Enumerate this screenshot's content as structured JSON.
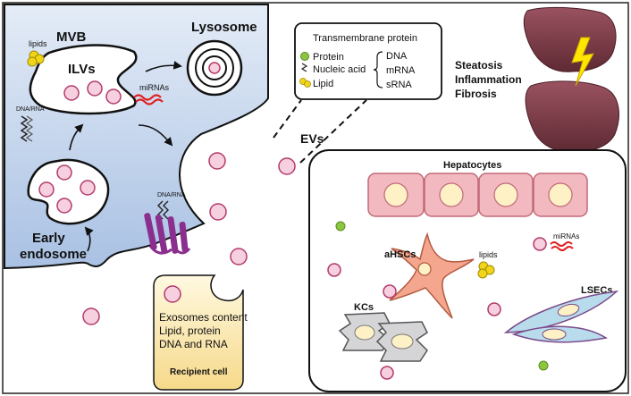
{
  "labels": {
    "mvb": "MVB",
    "lysosome": "Lysosome",
    "lipids_top": "lipids",
    "ilvs": "ILVs",
    "mirnas_top": "miRNAs",
    "dna_rna_left": "DNA/RNA",
    "dna_rna_mid": "DNA/RNA",
    "early": "Early",
    "endosome": "endosome",
    "evs": "EVs",
    "steatosis": "Steatosis",
    "inflammation": "Inflammation",
    "fibrosis": "Fibrosis",
    "hepatocytes": "Hepatocytes",
    "ahscs": "aHSCs",
    "lipids_right": "lipids",
    "mirnas_right": "miRNAs",
    "kcs": "KCs",
    "lsecs": "LSECs",
    "recipient_line1": "Exosomes content",
    "recipient_line2": "Lipid, protein",
    "recipient_line3": "DNA and RNA",
    "recipient_cell": "Recipient cell"
  },
  "ev_box": {
    "title": "Transmembrane protein",
    "protein": "Protein",
    "nucleic_acid": "Nucleic acid",
    "lipid": "Lipid",
    "dna": "DNA",
    "mrna": "mRNA",
    "srna": "sRNA"
  },
  "colors": {
    "cell_gradient_top": "#e4ecf7",
    "cell_gradient_bottom": "#a9c1e3",
    "vesicle": "#f7d0e0",
    "hepatocyte": "#f3b9c1",
    "nucleus": "#fdf1c5",
    "stellate": "#f4a68f",
    "kupffer": "#d5d5d8",
    "lsec": "#b9dcec",
    "liver": "#7b3b46",
    "lightning": "#ffe600",
    "mirna": "#e02020",
    "lipid": "#f2d51a",
    "protein": "#8cc63f",
    "receptor": "#8b2f8f"
  }
}
